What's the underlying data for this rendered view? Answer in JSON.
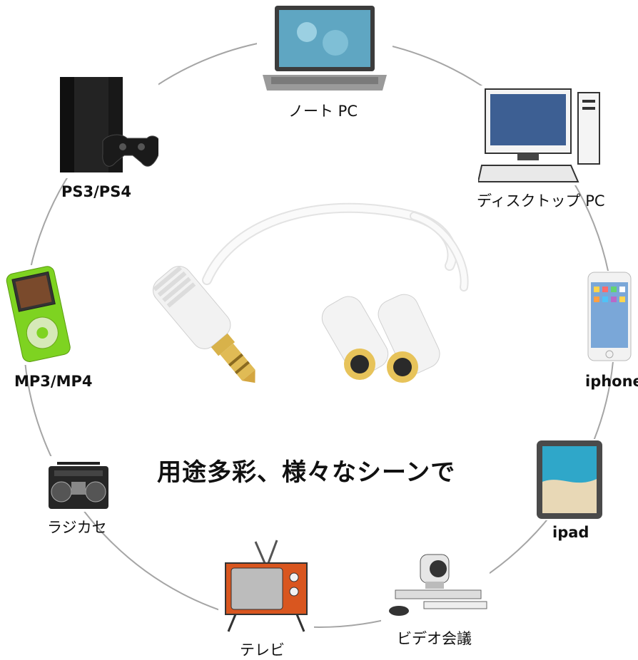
{
  "caption": "用途多彩、様々なシーンで",
  "devices": {
    "laptop": "ノート PC",
    "desktop": "ディスクトップ PC",
    "iphone": "iphone",
    "ipad": "ipad",
    "conference": "ビデオ会議",
    "tv": "テレビ",
    "radio": "ラジカセ",
    "mp3": "MP3/MP4",
    "console": "PS3/PS4"
  },
  "colors": {
    "ring": "#9a9a9a",
    "cable": "#f4f4f4",
    "gold": "#d4a640",
    "mp3_green": "#7ed321",
    "tv_orange": "#d9561f",
    "console_black": "#1a1a1a"
  },
  "icons": [
    "laptop-icon",
    "desktop-pc-icon",
    "iphone-icon",
    "ipad-icon",
    "video-conference-icon",
    "tv-icon",
    "radio-icon",
    "mp3-player-icon",
    "game-console-icon",
    "audio-splitter-cable"
  ]
}
